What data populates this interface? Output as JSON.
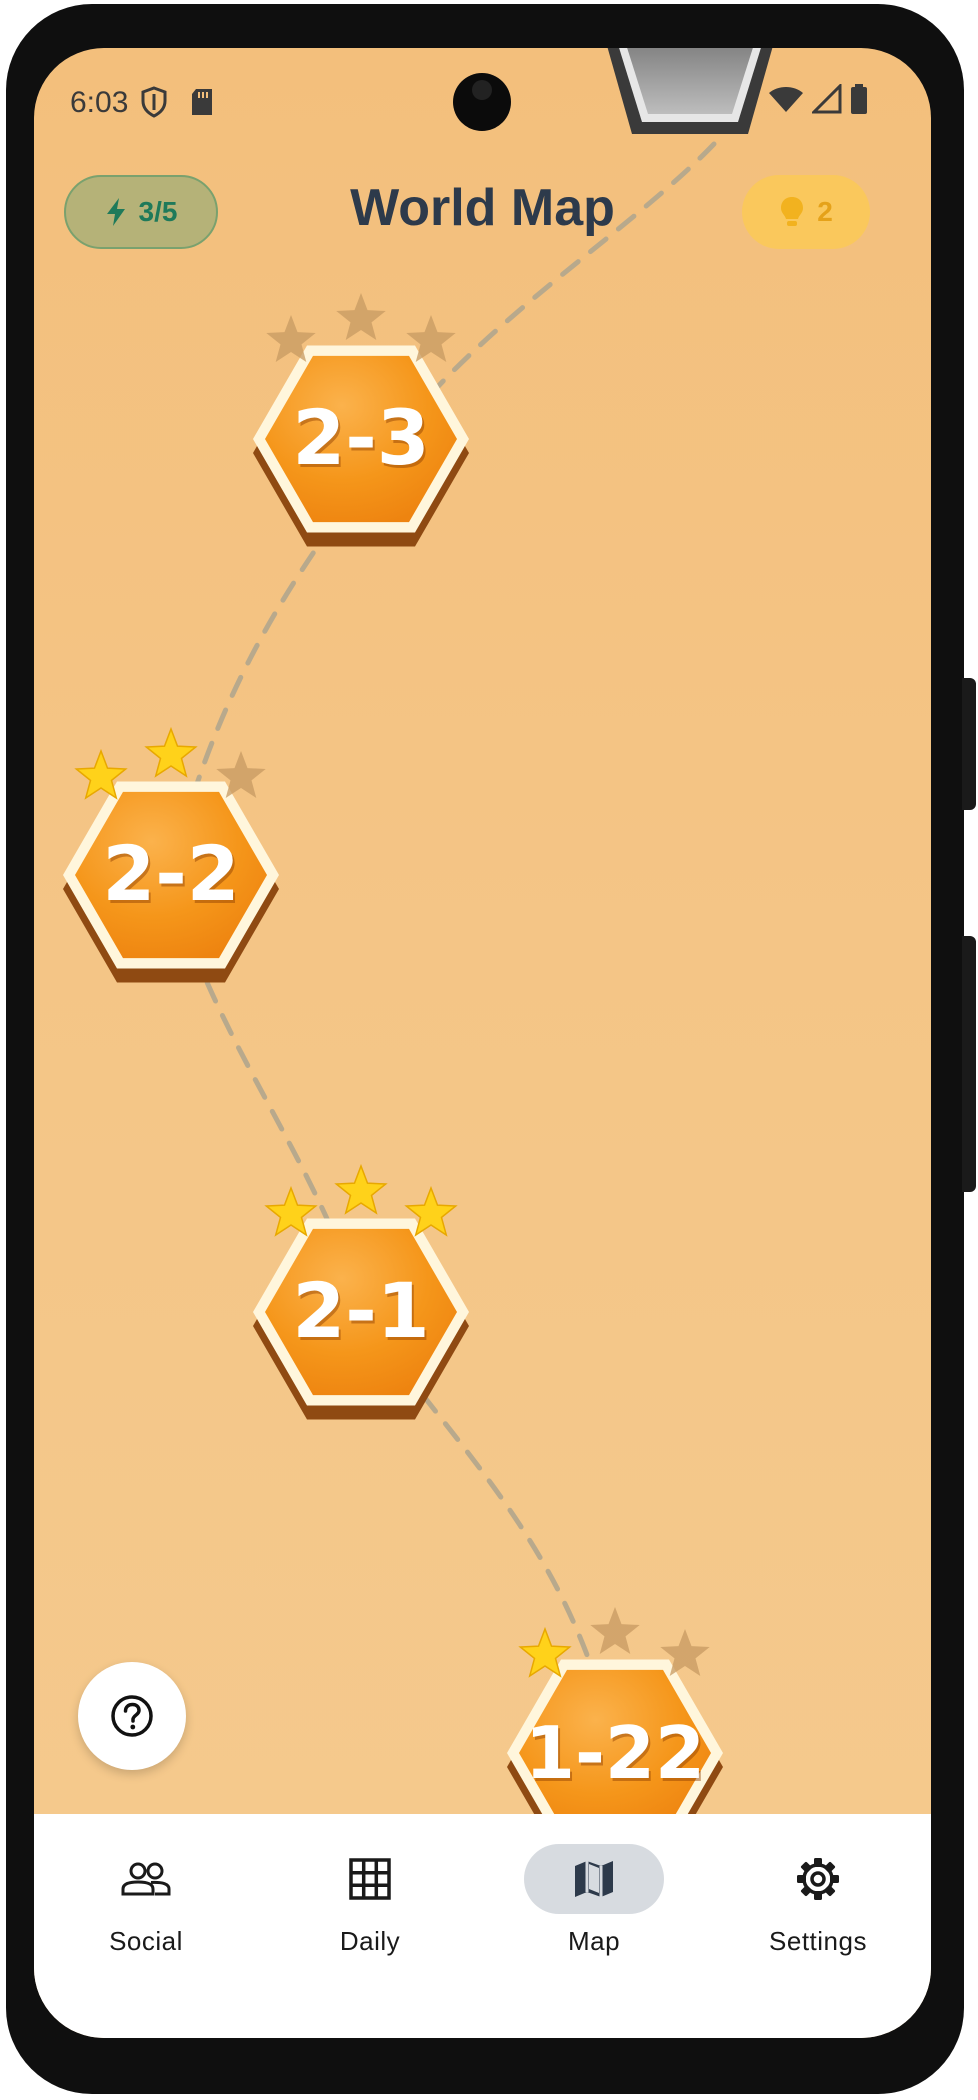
{
  "status_bar": {
    "time": "6:03"
  },
  "header": {
    "title": "World Map",
    "energy_label": "3/5",
    "hints_label": "2"
  },
  "levels": [
    {
      "label": "2-3",
      "stars_earned": 0,
      "stars_total": 3
    },
    {
      "label": "2-2",
      "stars_earned": 2,
      "stars_total": 3
    },
    {
      "label": "2-1",
      "stars_earned": 3,
      "stars_total": 3
    },
    {
      "label": "1-22",
      "stars_earned": 1,
      "stars_total": 3
    }
  ],
  "icons": {
    "energy": "lightning-bolt-icon",
    "hints": "lightbulb-icon",
    "help": "question-circle-icon"
  },
  "bottom_nav": {
    "active": "map",
    "items": [
      {
        "id": "social",
        "label": "Social",
        "icon": "people-icon"
      },
      {
        "id": "daily",
        "label": "Daily",
        "icon": "grid-icon"
      },
      {
        "id": "map",
        "label": "Map",
        "icon": "map-icon"
      },
      {
        "id": "settings",
        "label": "Settings",
        "icon": "gear-icon"
      }
    ]
  },
  "colors": {
    "background": "#f4c586",
    "hex_fill": "#f59a1e",
    "hex_shadow": "#8f4a12",
    "hex_border": "#fff6dc",
    "star_earned": "#ffd21a",
    "star_empty": "#c79a62",
    "path": "#b8a98c",
    "title": "#2d3a4b"
  }
}
